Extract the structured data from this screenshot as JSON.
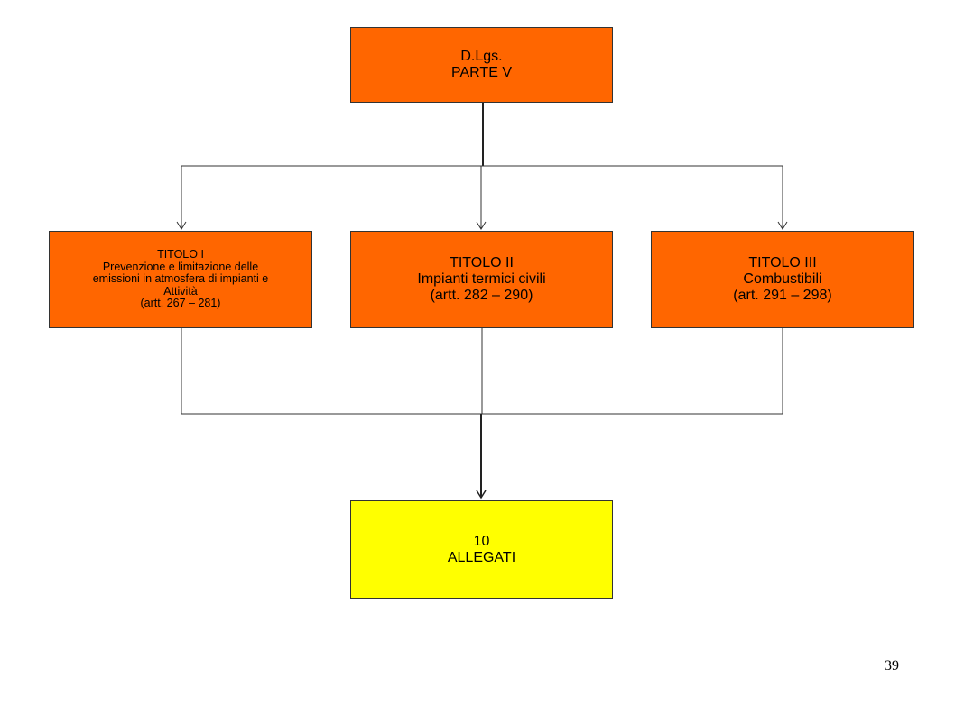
{
  "colors": {
    "box_orange": "#FF6600",
    "box_yellow": "#FFFF00",
    "line": "#333333"
  },
  "root": {
    "lines": [
      "D.Lgs.",
      "PARTE V"
    ]
  },
  "titles": [
    {
      "lines": [
        "TITOLO  I",
        "Prevenzione e limitazione delle",
        "emissioni in atmosfera di impianti e",
        "Attività",
        "(artt. 267 – 281)"
      ]
    },
    {
      "lines": [
        "TITOLO II",
        "Impianti termici civili",
        "(artt. 282 – 290)"
      ]
    },
    {
      "lines": [
        "TITOLO III",
        "Combustibili",
        "(art. 291 – 298)"
      ]
    }
  ],
  "allegati": {
    "lines": [
      "10",
      "ALLEGATI"
    ]
  },
  "page_number": "39"
}
